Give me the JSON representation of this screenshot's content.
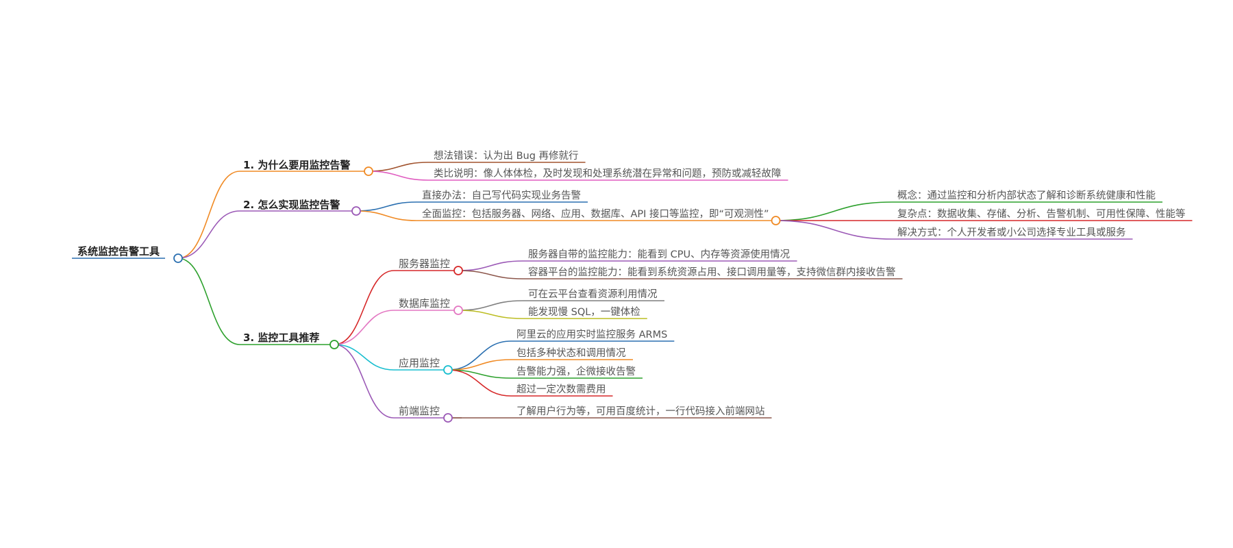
{
  "root": {
    "text": "系统监控告警工具",
    "color": "#2a6fb0"
  },
  "branches": [
    {
      "id": "b1",
      "text": "1. 为什么要用监控告警",
      "color": "#f08a24",
      "children": [
        {
          "text": "想法错误：认为出 Bug 再修就行",
          "color": "#a0522d"
        },
        {
          "text": "类比说明：像人体体检，及时发现和处理系统潜在异常和问题，预防或减轻故障",
          "color": "#e05cc0"
        }
      ]
    },
    {
      "id": "b2",
      "text": "2. 怎么实现监控告警",
      "color": "#9b59b6",
      "children": [
        {
          "text": "直接办法：自己写代码实现业务告警",
          "color": "#2a6fb0"
        },
        {
          "text": "全面监控：包括服务器、网络、应用、数据库、API 接口等监控，即“可观测性”",
          "color": "#f08a24",
          "children": [
            {
              "text": "概念：通过监控和分析内部状态了解和诊断系统健康和性能",
              "color": "#2ca02c"
            },
            {
              "text": "复杂点：数据收集、存储、分析、告警机制、可用性保障、性能等",
              "color": "#d62728"
            },
            {
              "text": "解决方式：个人开发者或小公司选择专业工具或服务",
              "color": "#9b59b6"
            }
          ]
        }
      ]
    },
    {
      "id": "b3",
      "text": "3. 监控工具推荐",
      "color": "#2ca02c",
      "children": [
        {
          "text": "服务器监控",
          "color": "#d62728",
          "children": [
            {
              "text": "服务器自带的监控能力：能看到 CPU、内存等资源使用情况",
              "color": "#9b59b6"
            },
            {
              "text": "容器平台的监控能力：能看到系统资源占用、接口调用量等，支持微信群内接收告警",
              "color": "#8c564b"
            }
          ]
        },
        {
          "text": "数据库监控",
          "color": "#e377c2",
          "children": [
            {
              "text": "可在云平台查看资源利用情况",
              "color": "#7f7f7f"
            },
            {
              "text": "能发现慢 SQL，一键体检",
              "color": "#bcbd22"
            }
          ]
        },
        {
          "text": "应用监控",
          "color": "#17becf",
          "children": [
            {
              "text": "阿里云的应用实时监控服务 ARMS",
              "color": "#2a6fb0"
            },
            {
              "text": "包括多种状态和调用情况",
              "color": "#f08a24"
            },
            {
              "text": "告警能力强，企微接收告警",
              "color": "#2ca02c"
            },
            {
              "text": "超过一定次数需费用",
              "color": "#d62728"
            }
          ]
        },
        {
          "text": "前端监控",
          "color": "#9b59b6",
          "children": [
            {
              "text": "了解用户行为等，可用百度统计，一行代码接入前端网站",
              "color": "#8c564b"
            }
          ]
        }
      ]
    }
  ]
}
